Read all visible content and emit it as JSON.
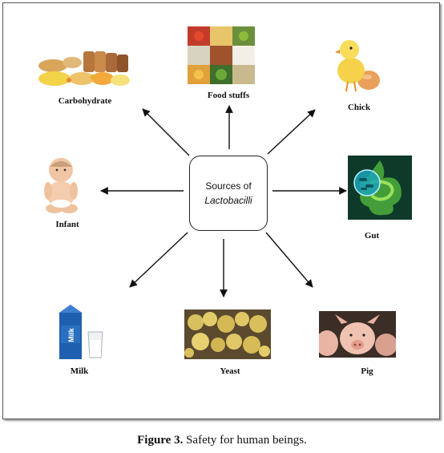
{
  "center": {
    "line1": "Sources of",
    "line2": "Lactobacilli"
  },
  "sources": [
    {
      "label": "Carbohydrate"
    },
    {
      "label": "Food stuffs"
    },
    {
      "label": "Chick"
    },
    {
      "label": "Infant"
    },
    {
      "label": "Gut"
    },
    {
      "label": "Milk"
    },
    {
      "label": "Yeast"
    },
    {
      "label": "Pig"
    }
  ],
  "caption": {
    "figure": "Figure 3.",
    "text": " Safety for human beings."
  },
  "pictures": {
    "milk_carton_text": "Milk"
  },
  "colors": {
    "frame": "#555555",
    "arrow": "#111111",
    "gut_bg": "#0e3a2a"
  }
}
